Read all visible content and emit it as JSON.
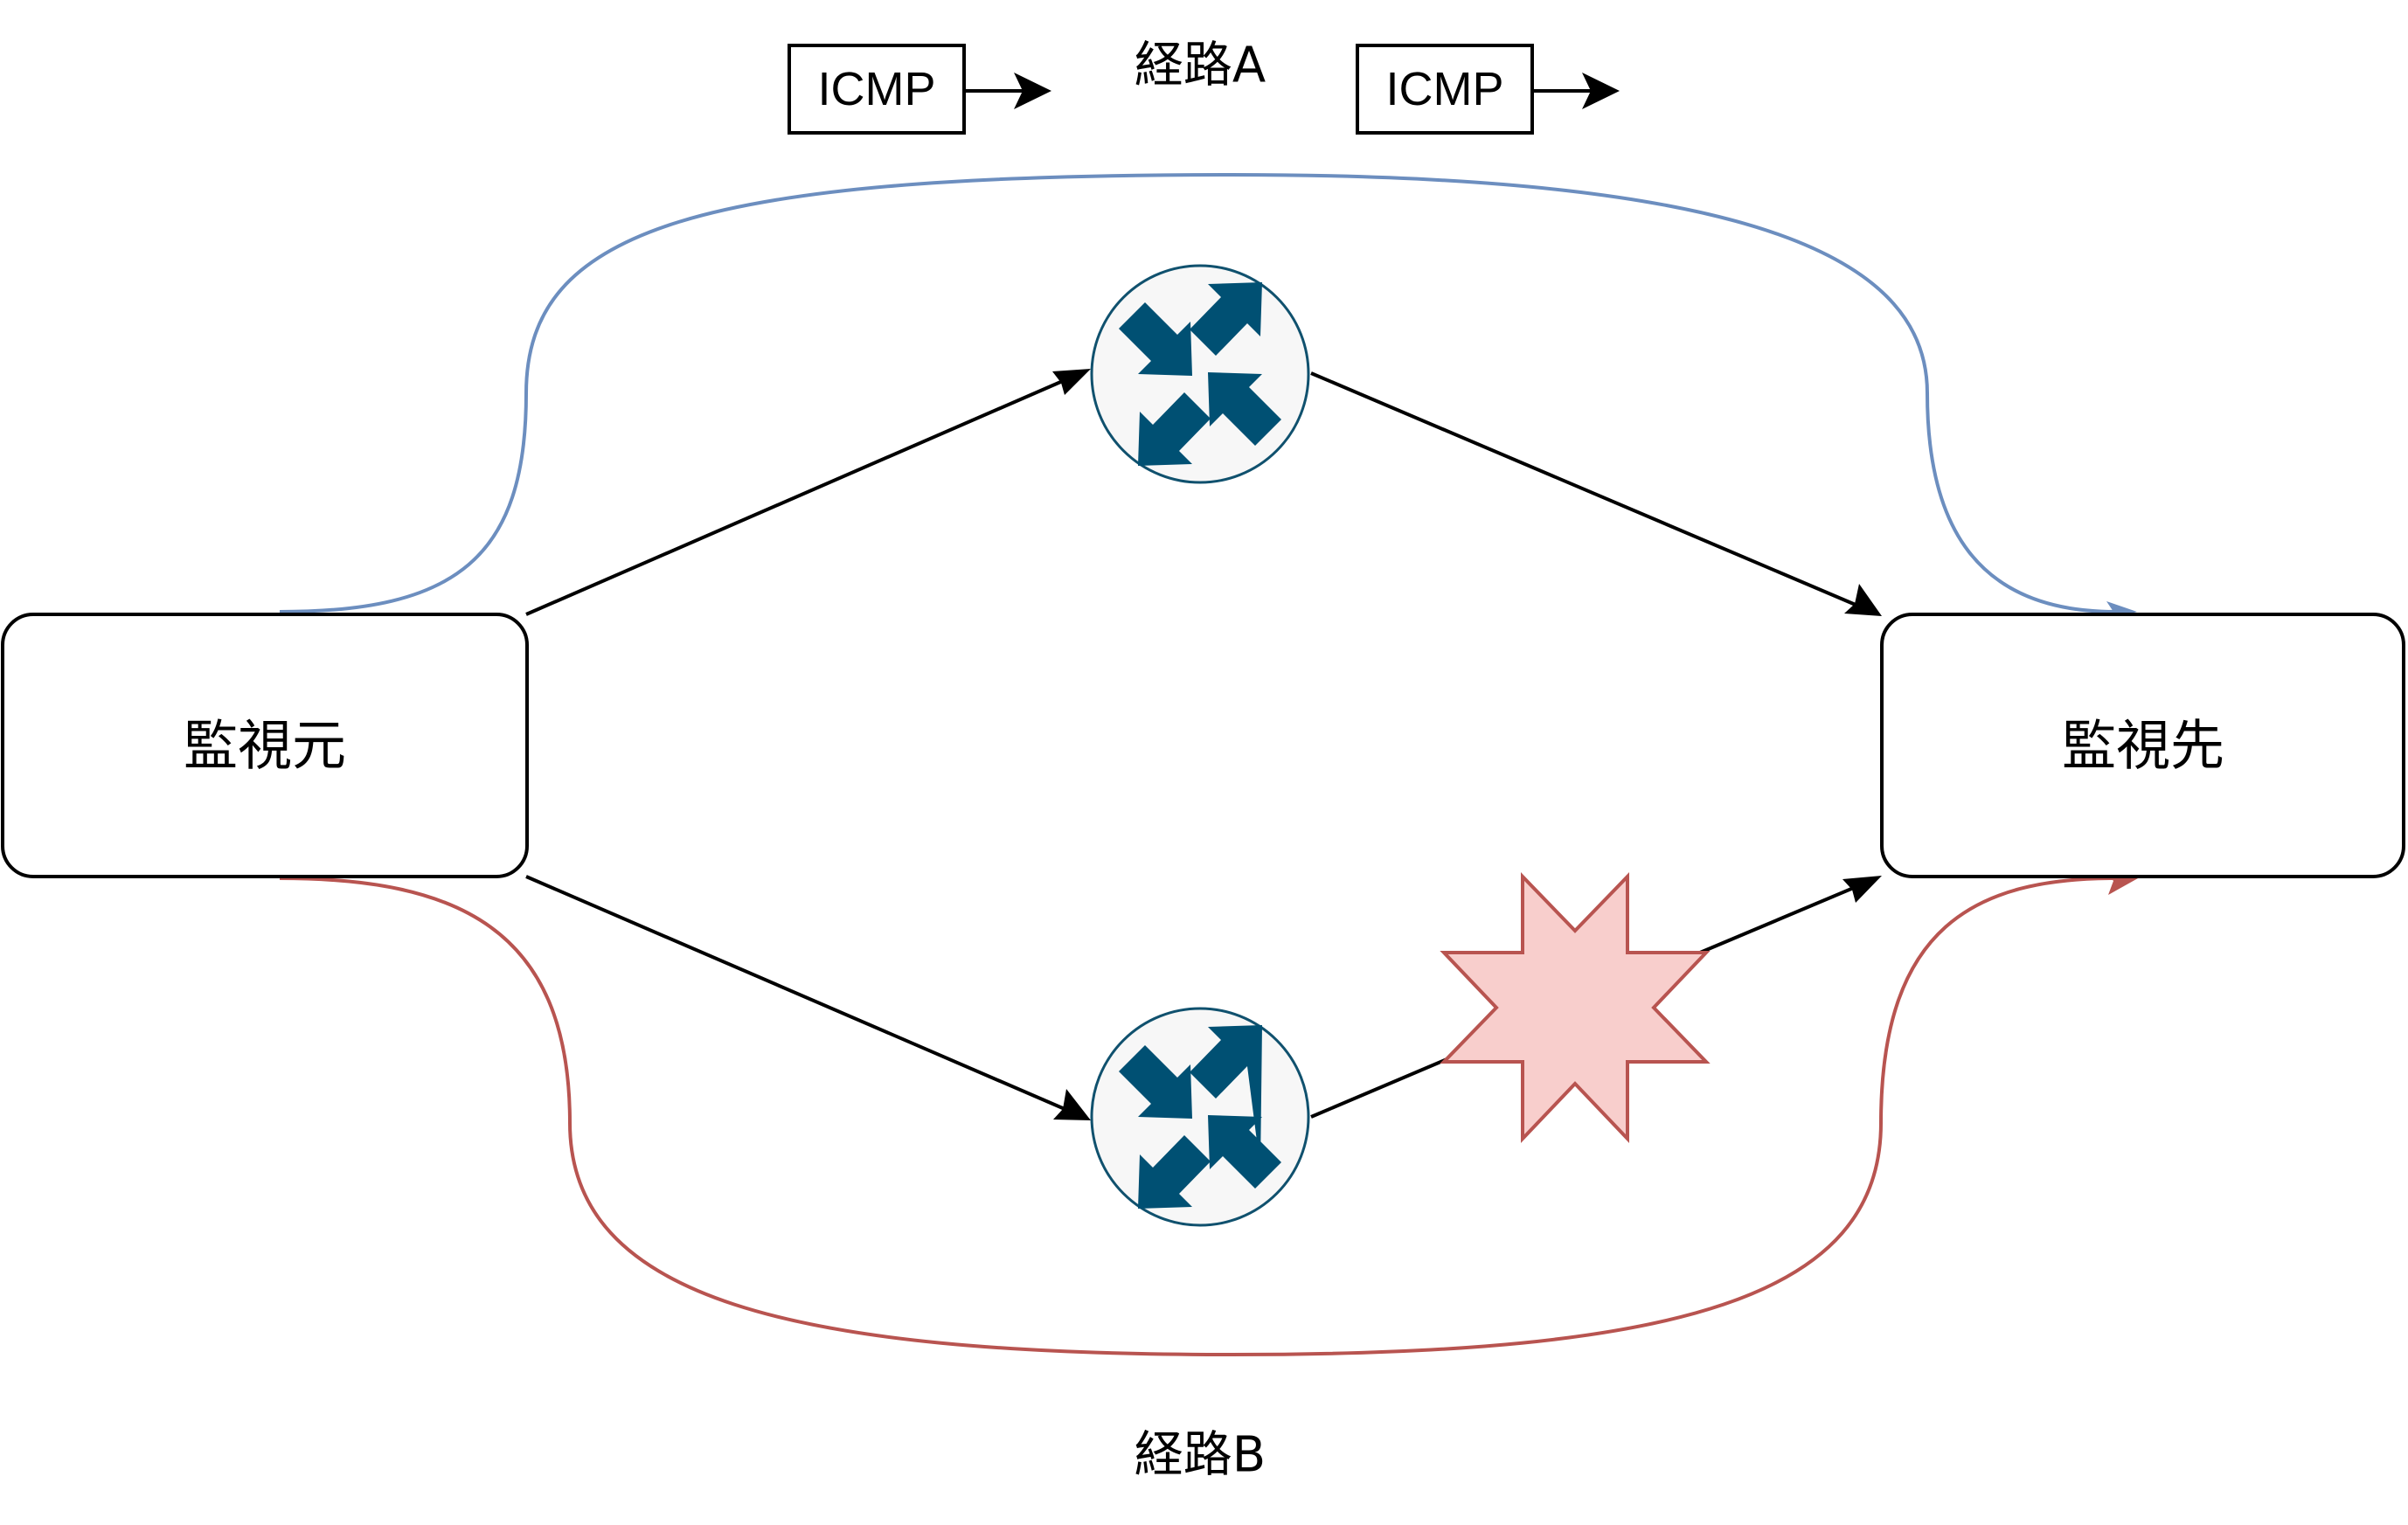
{
  "diagram": {
    "source_label": "監視元",
    "target_label": "監視先",
    "route_a_label": "経路A",
    "route_b_label": "経路B",
    "packets": [
      {
        "label": "ICMP"
      },
      {
        "label": "ICMP"
      }
    ],
    "routers": [
      {
        "name": "router-top",
        "icon": "router-icon"
      },
      {
        "name": "router-bottom",
        "icon": "router-icon"
      }
    ],
    "failure_marker": {
      "icon": "explosion-icon",
      "meaning": "link failure"
    },
    "colors": {
      "route_a": "#6c8ebf",
      "route_b": "#b85450",
      "router_fill": "#f7f7f7",
      "router_stroke": "#10516e",
      "router_arrows": "#005073",
      "failure_fill": "#f8cecc",
      "failure_stroke": "#b85450",
      "link": "#000000"
    }
  }
}
